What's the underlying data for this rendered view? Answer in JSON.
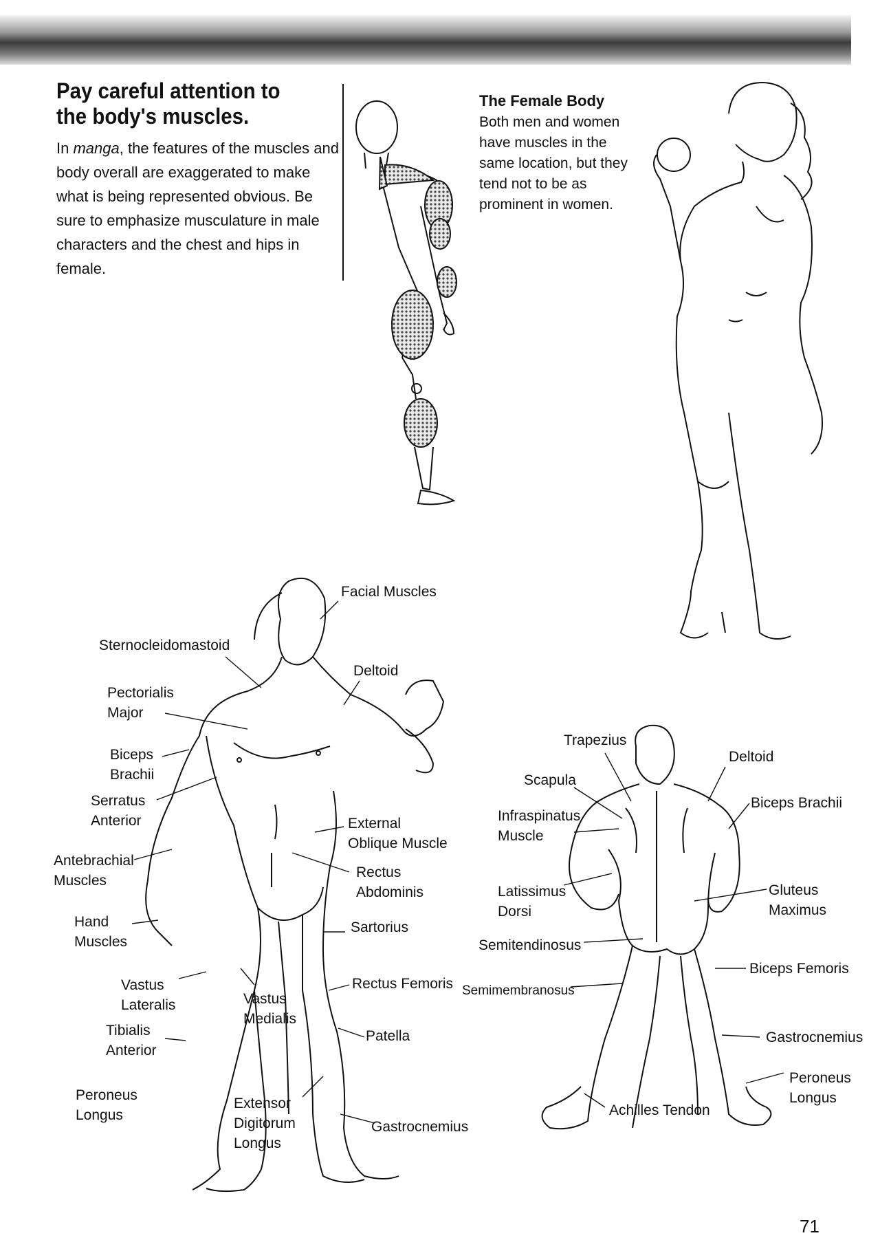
{
  "page": {
    "heading": "Pay careful attention to the body's muscles.",
    "intro": {
      "prefix": "In ",
      "emphasis": "manga",
      "rest": ", the features of the muscles and body overall are exaggerated to make what is being represented obvious. Be sure to emphasize musculature in male characters and the chest and hips in female."
    },
    "female_body": {
      "title": "The Female Body",
      "text": "Both men and women have muscles in the same location, but they tend not to be as prominent in women."
    },
    "front_labels": {
      "facial": "Facial Muscles",
      "sternocleidomastoid": "Sternocleidomastoid",
      "deltoid": "Deltoid",
      "pectoralis": "Pectorialis\nMajor",
      "biceps": "Biceps\nBrachii",
      "serratus": "Serratus\nAnterior",
      "external_oblique": "External\nOblique Muscle",
      "antebrachial": "Antebrachial\nMuscles",
      "rectus_abdominis": "Rectus\nAbdominis",
      "hand": "Hand\nMuscles",
      "sartorius": "Sartorius",
      "vastus_lateralis": "Vastus\nLateralis",
      "rectus_femoris": "Rectus Femoris",
      "vastus_medialis": "Vastus\nMedialis",
      "tibialis": "Tibialis\nAnterior",
      "patella": "Patella",
      "peroneus": "Peroneus\nLongus",
      "extensor": "Extensor\nDigitorum\nLongus",
      "gastrocnemius": "Gastrocnemius"
    },
    "back_labels": {
      "trapezius": "Trapezius",
      "deltoid": "Deltoid",
      "scapula": "Scapula",
      "biceps": "Biceps Brachii",
      "infraspinatus": "Infraspinatus\nMuscle",
      "latissimus": "Latissimus\nDorsi",
      "gluteus": "Gluteus\nMaximus",
      "semitendinosus": "Semitendinosus",
      "biceps_femoris": "Biceps Femoris",
      "semimembranosus": "Semimembranosus",
      "gastrocnemius": "Gastrocnemius",
      "peroneus": "Peroneus\nLongus",
      "achilles": "Achilles Tendon"
    },
    "page_number": "71"
  }
}
